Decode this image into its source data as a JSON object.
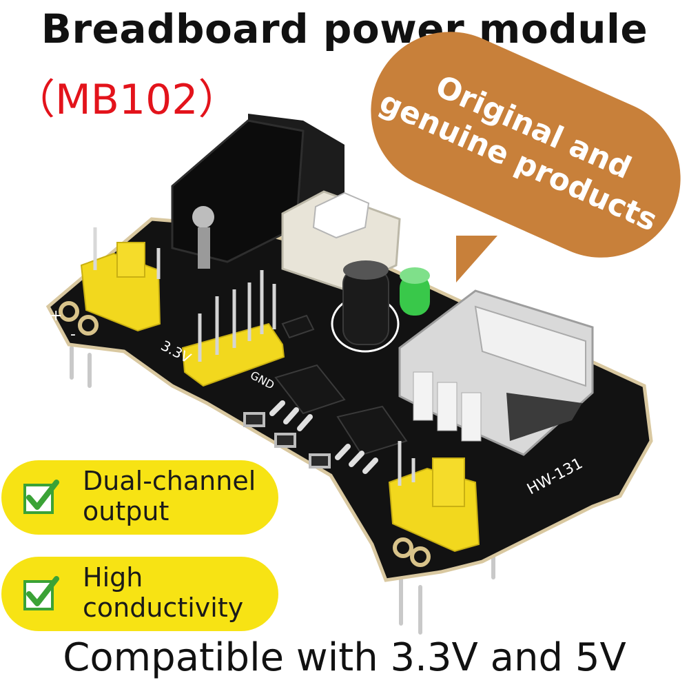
{
  "header": {
    "title": "Breadboard power module",
    "model": "（MB102）"
  },
  "badge": {
    "line1": "Original and",
    "line2": "genuine products",
    "color": "#c8803a"
  },
  "board": {
    "label_3v3": "3.3V",
    "label_gnd": "GND",
    "label_hw": "HW-131",
    "label_plus": "+",
    "label_minus": "-"
  },
  "features": [
    {
      "label": "Dual-channel output",
      "icon": "checkmark-icon"
    },
    {
      "label": "High conductivity",
      "icon": "checkmark-icon"
    }
  ],
  "footer": {
    "tagline": "Compatible with 3.3V and 5V"
  },
  "colors": {
    "title": "#111111",
    "model": "#e3131b",
    "pill": "#f7e314",
    "pcb": "#111111",
    "header_pins": "#f2d81e"
  }
}
